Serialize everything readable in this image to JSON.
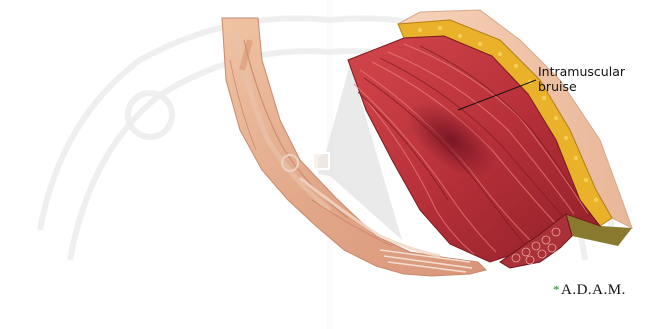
{
  "figure": {
    "callout": [
      "Intramuscular",
      "bruise"
    ],
    "credit": "A.D.A.M.",
    "credit_mark": "*",
    "watermark": "crest-watermark",
    "colors": {
      "muscle": "#c23a3a",
      "muscle_dark": "#8e1f22",
      "fat": "#e9b22a",
      "skin": "#f3c9ad",
      "arm": "#e8b89a",
      "credit_star": "#2f8a2f"
    }
  }
}
